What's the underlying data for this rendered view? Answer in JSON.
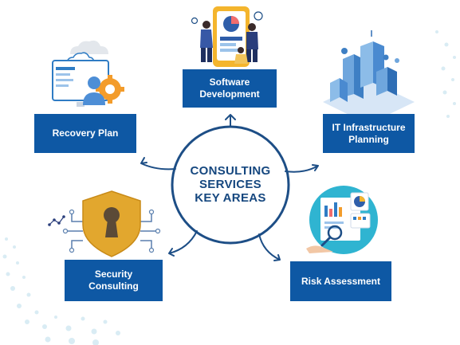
{
  "center": {
    "text": "CONSULTING\nSERVICES\nKEY AREAS"
  },
  "areas": {
    "software": "Software\nDevelopment",
    "recovery": "Recovery Plan",
    "infrastructure": "IT Infrastructure\nPlanning",
    "security": "Security\nConsulting",
    "risk": "Risk Assessment"
  },
  "colors": {
    "box": "#0e58a4",
    "center_text": "#15477f",
    "ring": "#1d4e86",
    "accent_orange": "#f39c2b",
    "accent_gold": "#e2a72e"
  }
}
